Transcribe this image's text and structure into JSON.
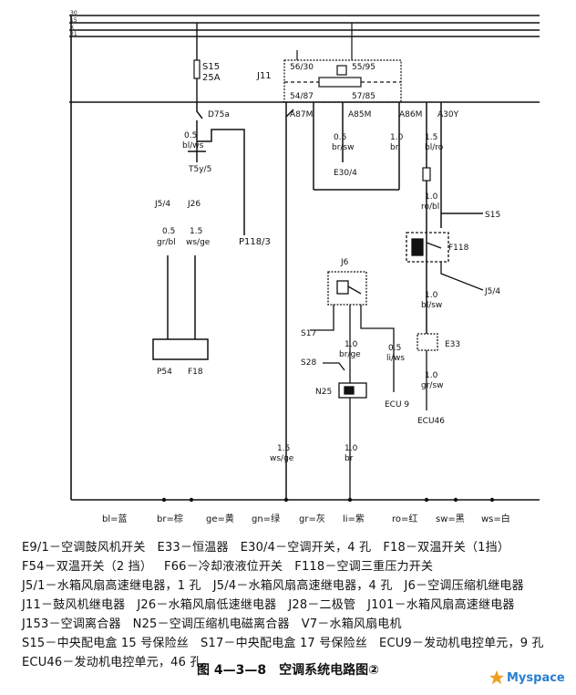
{
  "bus_labels": [
    "30",
    "15",
    "X",
    "31"
  ],
  "components": {
    "S15": "S15",
    "S15_rating": "25A",
    "J11": "J11",
    "J11_pin_a": "56/30",
    "J11_pin_b": "55/95",
    "J11_pin_c": "54/87",
    "J11_pin_d": "57/85",
    "D75a": "D75a",
    "A87M": "A87M",
    "A85M": "A85M",
    "A86M": "A86M",
    "A30Y": "A30Y",
    "T5y5": "T5y/5",
    "P118_3": "P118/3",
    "J5_4": "J5/4",
    "J26": "J26",
    "P54": "P54",
    "F18": "F18",
    "E30_4": "E30/4",
    "S15_b": "S15",
    "F118": "F118",
    "J5_4_b": "J5/4",
    "J6": "J6",
    "S17": "S17",
    "S28": "S28",
    "N25": "N25",
    "E33": "E33",
    "ECU9": "ECU 9",
    "ECU46": "ECU46"
  },
  "wires": {
    "w1": "0.5",
    "w1c": "bl/ws",
    "w2": "0.5",
    "w2c": "br/sw",
    "w3": "1.0",
    "w3c": "br",
    "w4": "1.5",
    "w4c": "bl/ro",
    "w5": "1.0",
    "w5c": "ro/bl",
    "w6": "0.5",
    "w6c": "gr/bl",
    "w7": "1.5",
    "w7c": "ws/ge",
    "w8": "1.0",
    "w8c": "bl/sw",
    "w9": "1.0",
    "w9c": "br/ge",
    "w10": "0.5",
    "w10c": "li/ws",
    "w11": "1.0",
    "w11c": "gr/sw",
    "w12": "1.5",
    "w12c": "ws/ge",
    "w13": "1.0",
    "w13c": "br"
  },
  "color_key": [
    "bl=蓝",
    "br=棕",
    "ge=黄",
    "gn=绿",
    "gr=灰",
    "li=紫",
    "ro=红",
    "sw=黑",
    "ws=白"
  ],
  "legend": [
    "E9/1－空调鼓风机开关",
    "E33－恒温器",
    "E30/4－空调开关，4 孔",
    "F18－双温开关（1挡）",
    "F54－双温开关（2 挡）",
    "F66－冷却液液位开关",
    "F118－空调三重压力开关",
    "J5/1－水箱风扇高速继电器，1 孔",
    "J5/4－水箱风扇高速继电器，4 孔",
    "J6－空调压缩机继电器",
    "J11－鼓风机继电器",
    "J26－水箱风扇低速继电器",
    "J28－二极管",
    "J101－水箱风扇高速继电器",
    "J153－空调离合器",
    "N25－空调压缩机电磁离合器",
    "V7－水箱风扇电机",
    "S15－中央配电盒 15 号保险丝",
    "S17－中央配电盒 17 号保险丝",
    "ECU9－发动机电控单元，9 孔",
    "ECU46－发动机电控单元，46 孔。"
  ],
  "caption": "图 4—3—8　空调系统电路图②",
  "watermark": "Myspace"
}
